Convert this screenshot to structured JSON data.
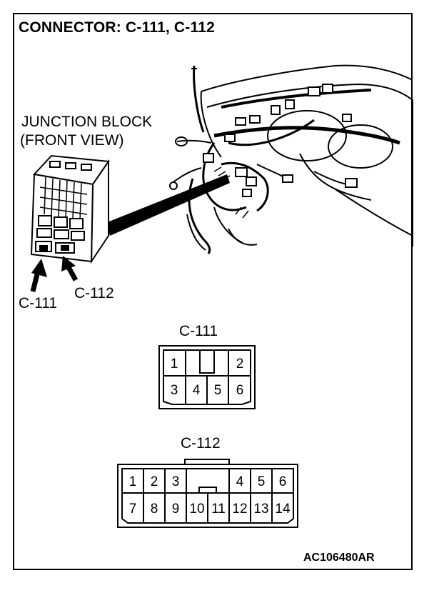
{
  "title": "CONNECTOR: C-111, C-112",
  "junction_block": {
    "line1": "JUNCTION BLOCK",
    "line2": "(FRONT VIEW)"
  },
  "pointer_labels": {
    "c111": "C-111",
    "c112": "C-112"
  },
  "connector_c111": {
    "caption": "C-111",
    "pins": [
      "1",
      "2",
      "3",
      "4",
      "5",
      "6"
    ]
  },
  "connector_c112": {
    "caption": "C-112",
    "pins": [
      "1",
      "2",
      "3",
      "4",
      "5",
      "6",
      "7",
      "8",
      "9",
      "10",
      "11",
      "12",
      "13",
      "14"
    ]
  },
  "figure_code": "AC106480AR"
}
